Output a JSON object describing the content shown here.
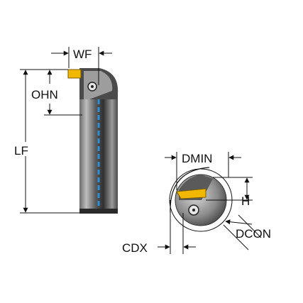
{
  "labels": {
    "wf": "WF",
    "ohn": "OHN",
    "lf": "LF",
    "dmin": "DMIN",
    "h": "H",
    "dcon": "DCON",
    "cdx": "CDX"
  },
  "colors": {
    "steel_dark": "#3a3a3a",
    "steel_mid": "#7a7a7a",
    "steel_light": "#bdbdbd",
    "coolant": "#2d8fd6",
    "insert": "#f2b800",
    "dim_line": "#111111"
  },
  "icons": {
    "arrowhead": "triangle-arrow"
  }
}
